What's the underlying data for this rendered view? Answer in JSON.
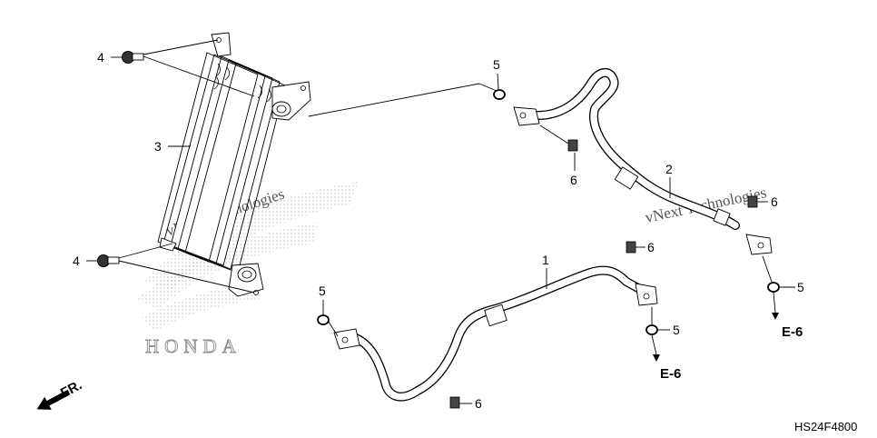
{
  "diagram": {
    "callouts": {
      "part_1": "1",
      "part_2": "2",
      "part_3": "3",
      "bolt_4_upper": "4",
      "bolt_4_lower": "4",
      "washer_5_upper": "5",
      "washer_5_mid": "5",
      "washer_5_right_low": "5",
      "washer_5_right_high": "5",
      "bolt_6_upper_left": "6",
      "bolt_6_upper_right": "6",
      "bolt_6_mid": "6",
      "bolt_6_lower": "6"
    },
    "refs": {
      "e6_left": "E-6",
      "e6_right": "E-6"
    },
    "front_label": "FR.",
    "diagram_code": "HS24F4800",
    "watermarks": {
      "left": "vNext Technologies",
      "right": "vNext Technologies"
    },
    "logo_text": "HONDA"
  }
}
